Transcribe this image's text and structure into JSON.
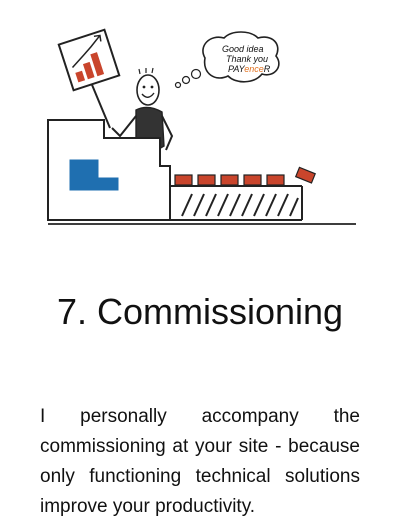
{
  "illustration": {
    "bubble_line_1": "Good idea",
    "bubble_line_2": "Thank you",
    "bubble_brand_prefix": "PAY",
    "bubble_brand_accent": "ence",
    "bubble_brand_suffix": "R",
    "colors": {
      "box": "#c9452c",
      "seat": "#1f6fb0",
      "accent": "#e2711f",
      "body": "#333333"
    }
  },
  "step": {
    "title": "7. Commissioning",
    "text": "I personally accompany the commissioning at your site - because only functioning technical solutions improve your productivity."
  }
}
